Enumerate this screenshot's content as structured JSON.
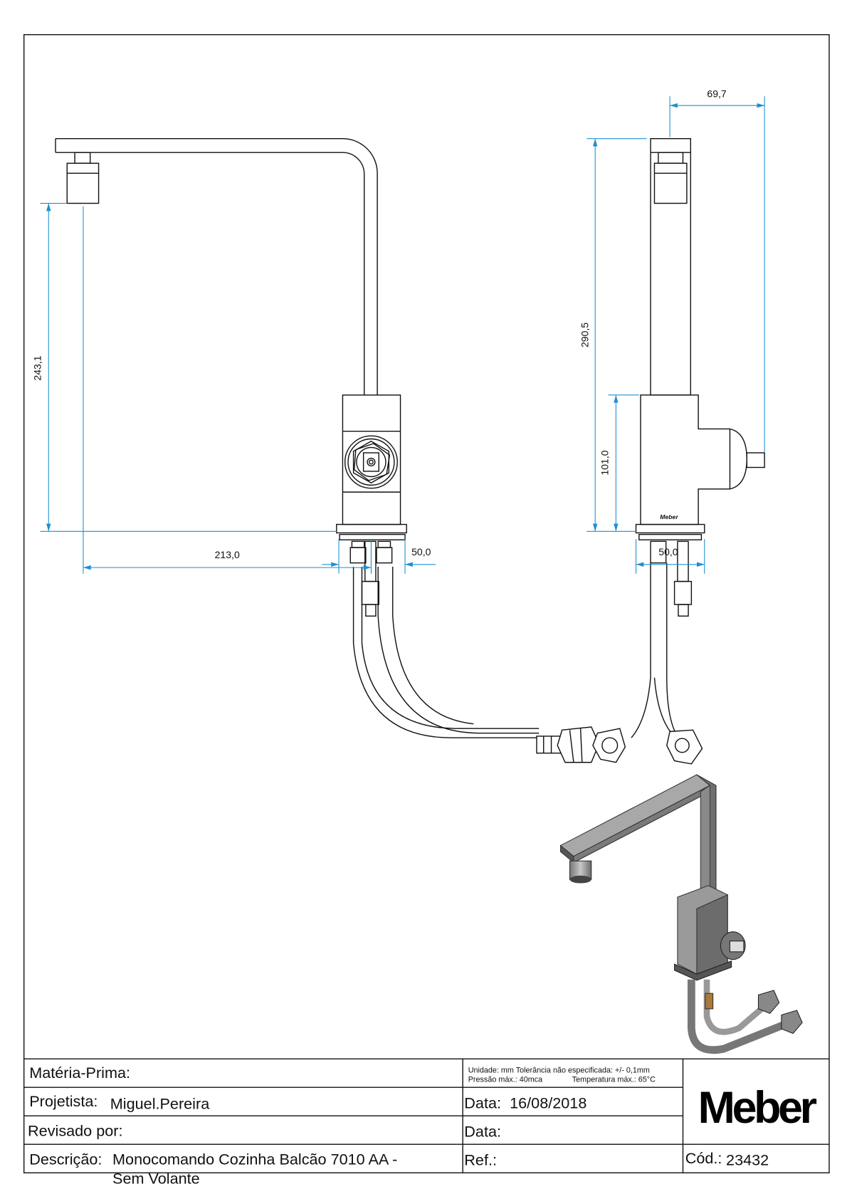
{
  "dimensions": {
    "side_width": "69,7",
    "total_height": "290,5",
    "body_height": "101,0",
    "spout_height": "243,1",
    "spout_reach": "213,0",
    "front_base": "50,0",
    "side_base": "50,0"
  },
  "body_mark": "Meber",
  "title_block": {
    "material_label": "Matéria-Prima:",
    "material_value": "",
    "spec_line1": "Unidade: mm Tolerância não especificada: +/- 0,1mm",
    "spec_line2_pressure": "Pressão máx.: 40mca",
    "spec_line2_temperature": "Temperatura máx.: 65°C",
    "designer_label": "Projetista:",
    "designer_value": "Miguel.Pereira",
    "date_label": "Data:",
    "date_value": "16/08/2018",
    "reviewed_label": "Revisado por:",
    "reviewed_date_label": "Data:",
    "description_label": "Descrição:",
    "description_line1": "Monocomando Cozinha Balcão 7010 AA -",
    "description_line2": "Sem Volante",
    "ref_label": "Ref.:",
    "code_label": "Cód.:",
    "code_value": "23432",
    "logo": "Meber"
  },
  "colors": {
    "dimension": "#1f8fd0",
    "line": "#111111"
  }
}
